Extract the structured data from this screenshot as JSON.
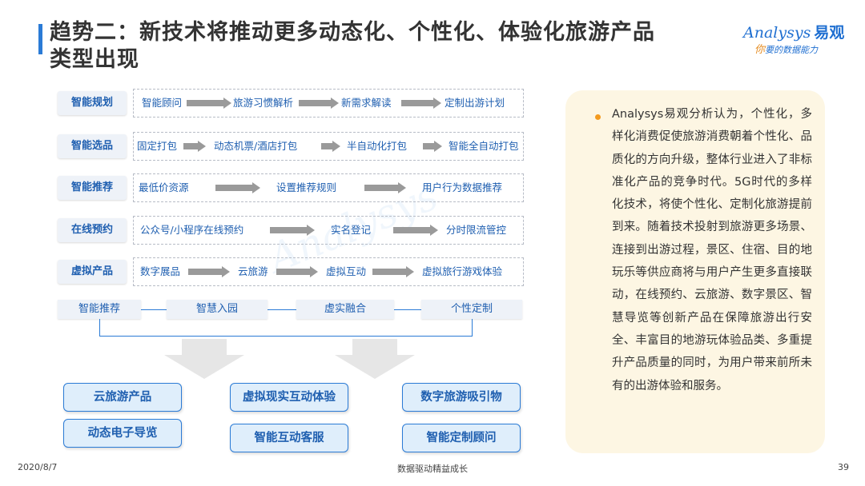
{
  "header": {
    "title_line1": "趋势二：新技术将推动更多动态化、个性化、体验化旅游产品",
    "title_line2": "类型出现"
  },
  "logo": {
    "wordmark": "Analysys",
    "cn_name": "易观",
    "slogan_ni": "你",
    "slogan_rest": "要的数据能力"
  },
  "rows": [
    {
      "label": "智能规划",
      "steps": [
        "智能顾问",
        "旅游习惯解析",
        "新需求解读",
        "定制出游计划"
      ]
    },
    {
      "label": "智能选品",
      "steps": [
        "固定打包",
        "动态机票/酒店打包",
        "半自动化打包",
        "智能全自动打包"
      ]
    },
    {
      "label": "智能推荐",
      "steps": [
        "最低价资源",
        "设置推荐规则",
        "用户行为数据推荐"
      ]
    },
    {
      "label": "在线预约",
      "steps": [
        "公众号/小程序在线预约",
        "实名登记",
        "分时限流管控"
      ]
    },
    {
      "label": "虚拟产品",
      "steps": [
        "数字展品",
        "云旅游",
        "虚拟互动",
        "虚拟旅行游戏体验"
      ]
    }
  ],
  "features": [
    "智能推荐",
    "智慧入园",
    "虚实融合",
    "个性定制"
  ],
  "products": [
    "云旅游产品",
    "动态电子导览",
    "虚拟现实互动体验",
    "智能互动客服",
    "数字旅游吸引物",
    "智能定制顾问"
  ],
  "panel": {
    "text": "Analysys易观分析认为，个性化，多样化消费促使旅游消费朝着个性化、品质化的方向升级，整体行业进入了非标准化产品的竞争时代。5G时代的多样化技术，将使个性化、定制化旅游提前到来。随着技术投射到旅游更多场景、连接到出游过程，景区、住宿、目的地玩乐等供应商将与用户产生更多直接联动，在线预约、云旅游、数字景区、智慧导览等创新产品在保障旅游出行安全、丰富目的地游玩体验品类、多重提升产品质量的同时，为用户带来前所未有的出游体验和服务。"
  },
  "footer": {
    "date": "2020/8/7",
    "center": "数据驱动精益成长",
    "page": "39"
  },
  "colors": {
    "accent": "#2b7bd6",
    "label_text": "#1f5fb0",
    "panel_bg": "#fdf6e3",
    "bullet": "#f39a1e",
    "arrow": "#9a9a9a"
  }
}
